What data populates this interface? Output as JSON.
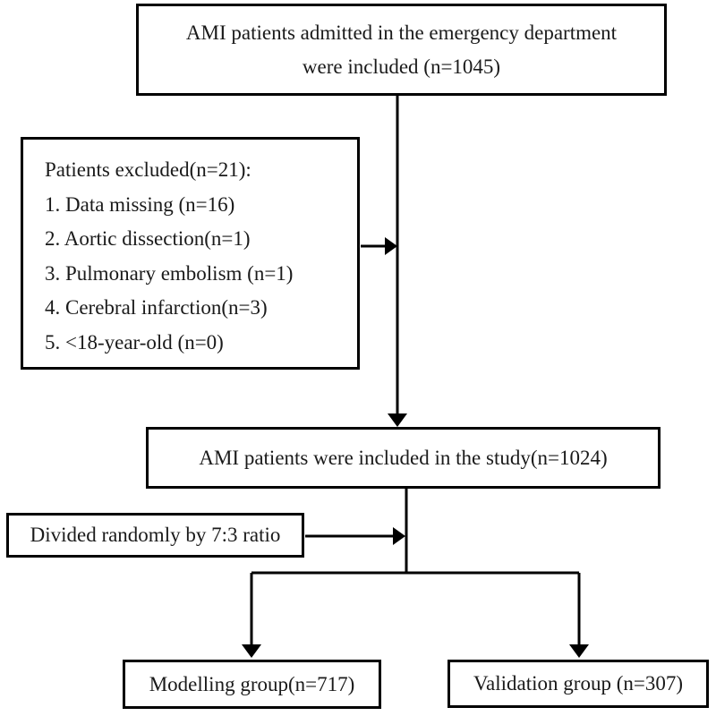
{
  "figure": {
    "type": "flowchart",
    "colors": {
      "background": "#ffffff",
      "box_border": "#000000",
      "connector": "#000000",
      "text": "#1a1a1a"
    }
  },
  "flowchart": {
    "top_box": {
      "line1": "AMI patients admitted in the emergency department",
      "line2": "were included (n=1045)"
    },
    "exclusion_box": {
      "title": "Patients excluded(n=21):",
      "items": [
        "1. Data missing (n=16)",
        "2. Aortic dissection(n=1)",
        "3. Pulmonary embolism (n=1)",
        "4. Cerebral infarction(n=3)",
        "5. <18-year-old (n=0)"
      ]
    },
    "included_box": {
      "text": "AMI patients were included in the study(n=1024)"
    },
    "split_box": {
      "text": "Divided randomly by 7:3 ratio"
    },
    "modelling_box": {
      "text": "Modelling group(n=717)"
    },
    "validation_box": {
      "text": "Validation group (n=307)"
    }
  }
}
